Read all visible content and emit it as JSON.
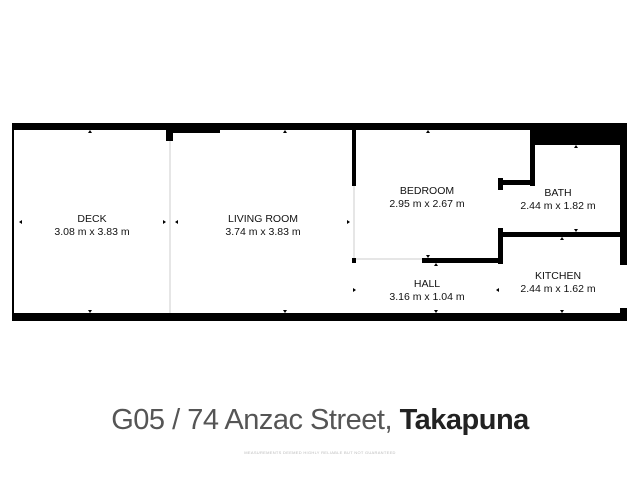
{
  "rooms": [
    {
      "name": "DECK",
      "size": "3.08 m x 3.83 m"
    },
    {
      "name": "LIVING ROOM",
      "size": "3.74 m x 3.83 m"
    },
    {
      "name": "BEDROOM",
      "size": "2.95 m x 2.67 m"
    },
    {
      "name": "BATH",
      "size": "2.44 m x 1.82 m"
    },
    {
      "name": "HALL",
      "size": "3.16 m x 1.04 m"
    },
    {
      "name": "KITCHEN",
      "size": "2.44 m x 1.62 m"
    }
  ],
  "address": {
    "street": "G05 / 74 Anzac Street",
    "separator": ", ",
    "suburb": "Takapuna"
  },
  "disclaimer": "MEASUREMENTS DEEMED HIGHLY RELIABLE BUT NOT GUARANTEED",
  "colors": {
    "wall": "#000000",
    "text": "#111111"
  }
}
